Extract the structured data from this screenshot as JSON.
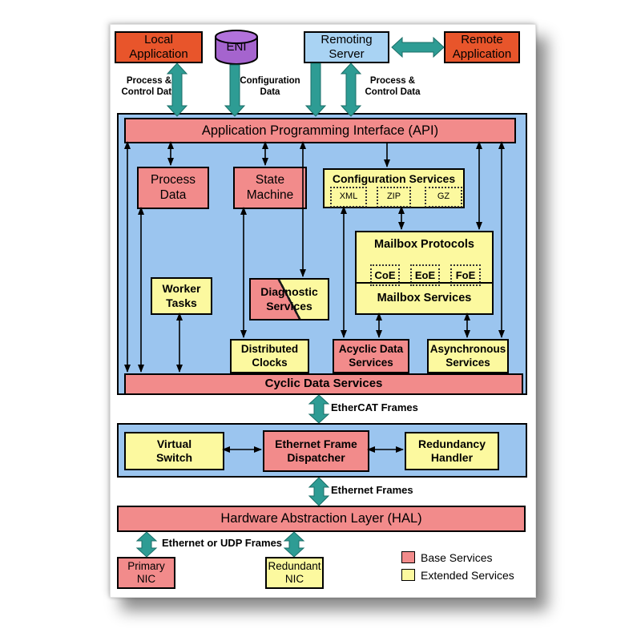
{
  "colors": {
    "base_services_pink": "#F28B8B",
    "extended_services_yellow": "#FCF99F",
    "container_blue": "#9BC5EF",
    "server_blue": "#A9D3F3",
    "application_orange": "#E8552B",
    "eni_purple": "#A564CE",
    "arrow_teal": "#2E9C94"
  },
  "top_row": {
    "local_application": "Local\nApplication",
    "eni": "ENI",
    "remoting_server": "Remoting\nServer",
    "remote_application": "Remote\nApplication"
  },
  "flow_labels": {
    "process_control_left": "Process &\nControl Data",
    "configuration_data": "Configuration\nData",
    "process_control_right": "Process &\nControl Data",
    "ethercat_frames": "EtherCAT Frames",
    "ethernet_frames": "Ethernet Frames",
    "ethernet_udp_frames": "Ethernet or UDP Frames"
  },
  "api_layer": {
    "api_title": "Application Programming Interface (API)",
    "process_data": "Process\nData",
    "state_machine": "State\nMachine",
    "configuration_services": {
      "title": "Configuration Services",
      "items": [
        "XML",
        "ZIP",
        "GZ"
      ]
    },
    "worker_tasks": "Worker\nTasks",
    "diagnostic_services": "Diagnostic\nServices",
    "mailbox": {
      "protocols_title": "Mailbox Protocols",
      "protocols": [
        "CoE",
        "EoE",
        "FoE"
      ],
      "services_title": "Mailbox Services"
    },
    "distributed_clocks": "Distributed\nClocks",
    "acyclic_data_services": "Acyclic Data\nServices",
    "asynchronous_services": "Asynchronous\nServices",
    "cyclic_data_services": "Cyclic Data Services"
  },
  "dispatch_layer": {
    "virtual_switch": "Virtual\nSwitch",
    "ethernet_frame_dispatcher": "Ethernet Frame\nDispatcher",
    "redundancy_handler": "Redundancy\nHandler"
  },
  "hal_layer": {
    "title": "Hardware Abstraction Layer (HAL)"
  },
  "nic_row": {
    "primary_nic": "Primary\nNIC",
    "redundant_nic": "Redundant\nNIC"
  },
  "legend": {
    "base": "Base Services",
    "extended": "Extended Services"
  }
}
